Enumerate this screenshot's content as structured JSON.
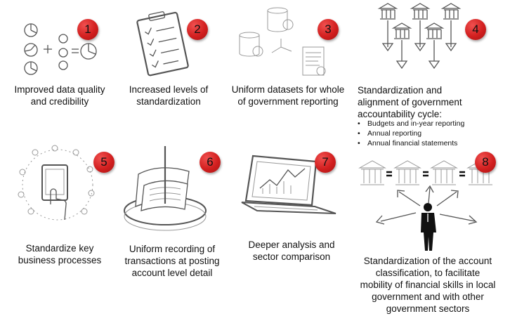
{
  "items": [
    {
      "number": "1",
      "lines": [
        "Improved data quality",
        "and credibility"
      ]
    },
    {
      "number": "2",
      "lines": [
        "Increased levels of",
        "standardization"
      ]
    },
    {
      "number": "3",
      "lines": [
        "Uniform datasets for whole",
        "of government reporting"
      ]
    },
    {
      "number": "4",
      "lines": [
        "Standardization and",
        "alignment of government",
        "accountability cycle:"
      ],
      "bullets": [
        "Budgets and in-year reporting",
        "Annual reporting",
        "Annual financial statements"
      ]
    },
    {
      "number": "5",
      "lines": [
        "Standardize key",
        "business processes"
      ]
    },
    {
      "number": "6",
      "lines": [
        "Uniform recording of",
        "transactions at posting",
        "account level detail"
      ]
    },
    {
      "number": "7",
      "lines": [
        "Deeper analysis and",
        "sector comparison"
      ]
    },
    {
      "number": "8",
      "lines": [
        "Standardization of the account",
        "classification, to facilitate",
        "mobility of financial skills in local",
        "government and with other",
        "government sectors"
      ]
    }
  ],
  "icons": {
    "1": "pie-charts-equation-icon",
    "2": "clipboard-checklist-icon",
    "3": "database-certificate-icon",
    "4": "government-buildings-arrows-icon",
    "5": "tablet-process-cycle-icon",
    "6": "document-spike-icon",
    "7": "laptop-chart-icon",
    "8": "businessman-buildings-icon"
  },
  "colors": {
    "badge": "#d21f1f",
    "text": "#111111",
    "line": "#555555"
  }
}
